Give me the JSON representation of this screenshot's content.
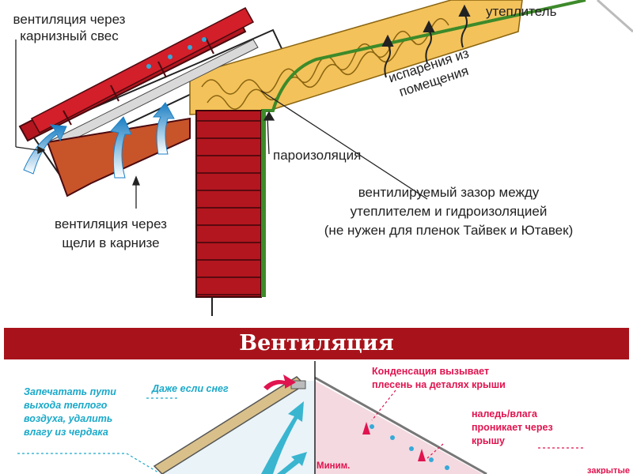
{
  "top": {
    "labels": {
      "eave_vent": [
        "вентиляция через",
        "карнизный свес"
      ],
      "insulation": "утеплитель",
      "evaporation": [
        "испарения из",
        "помещения"
      ],
      "vapor_barrier": "пароизоляция",
      "ventilated_gap": [
        "вентилируемый зазор между",
        "утеплителем и гидроизоляцией",
        "(не нужен для пленок Тайвек и Ютавек)"
      ],
      "soffit_vent": [
        "вентиляция через",
        "щели в карнизе"
      ]
    }
  },
  "bottom": {
    "title": "Вентиляция",
    "left_notes": {
      "seal": [
        "Запечатать пути",
        "выхода теплого",
        "воздуха, удалить",
        "влагу из чердака"
      ],
      "even_if_snow": "Даже если снег",
      "minimum": "Миним."
    },
    "right_notes": {
      "condensation": [
        "Конденсация вызывает",
        "плесень на деталях крыши"
      ],
      "ice": [
        "наледь/влага",
        "проникает через",
        "крышу"
      ],
      "partial": "закрытые"
    }
  },
  "colors": {
    "brick": "#b3161f",
    "insulation": "#f3c25a",
    "banner": "#a8131b",
    "cyan": "#1aa9c9",
    "magenta": "#e0144f",
    "arrow_blue": "#1b7fc4"
  }
}
